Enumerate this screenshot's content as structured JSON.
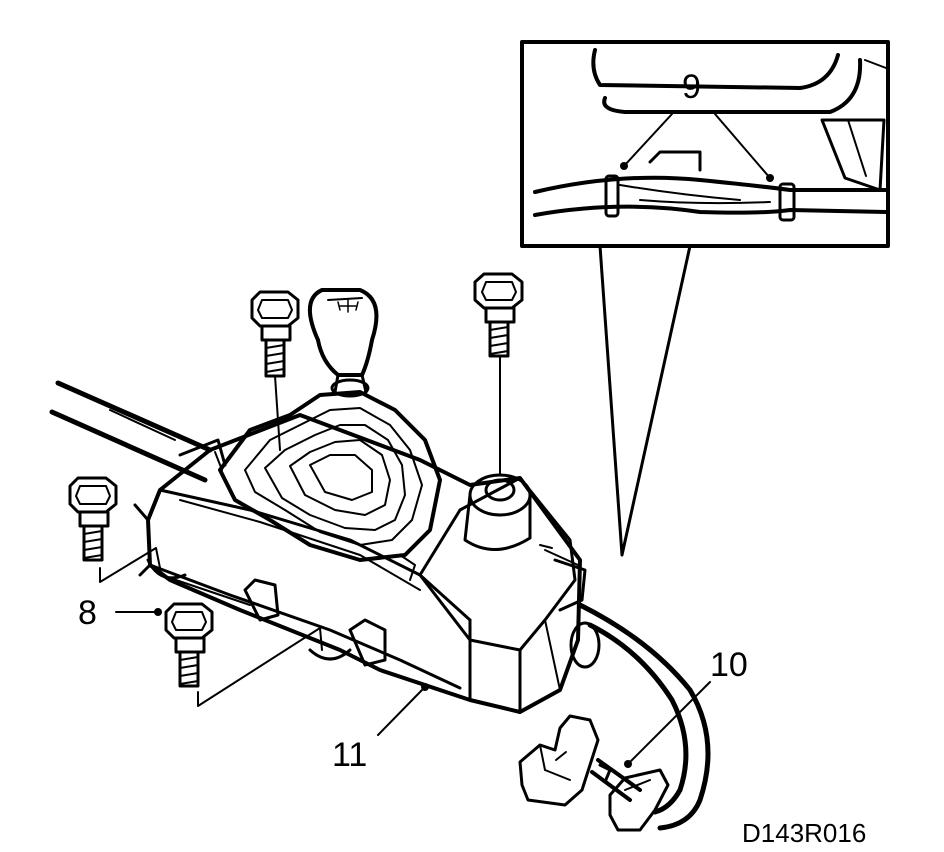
{
  "diagram": {
    "callouts": {
      "bolt_label": "8",
      "cable_clips_label": "9",
      "cable_lock_label": "10",
      "gear_lever_housing_label": "11"
    },
    "figure_code": "D143R016"
  }
}
